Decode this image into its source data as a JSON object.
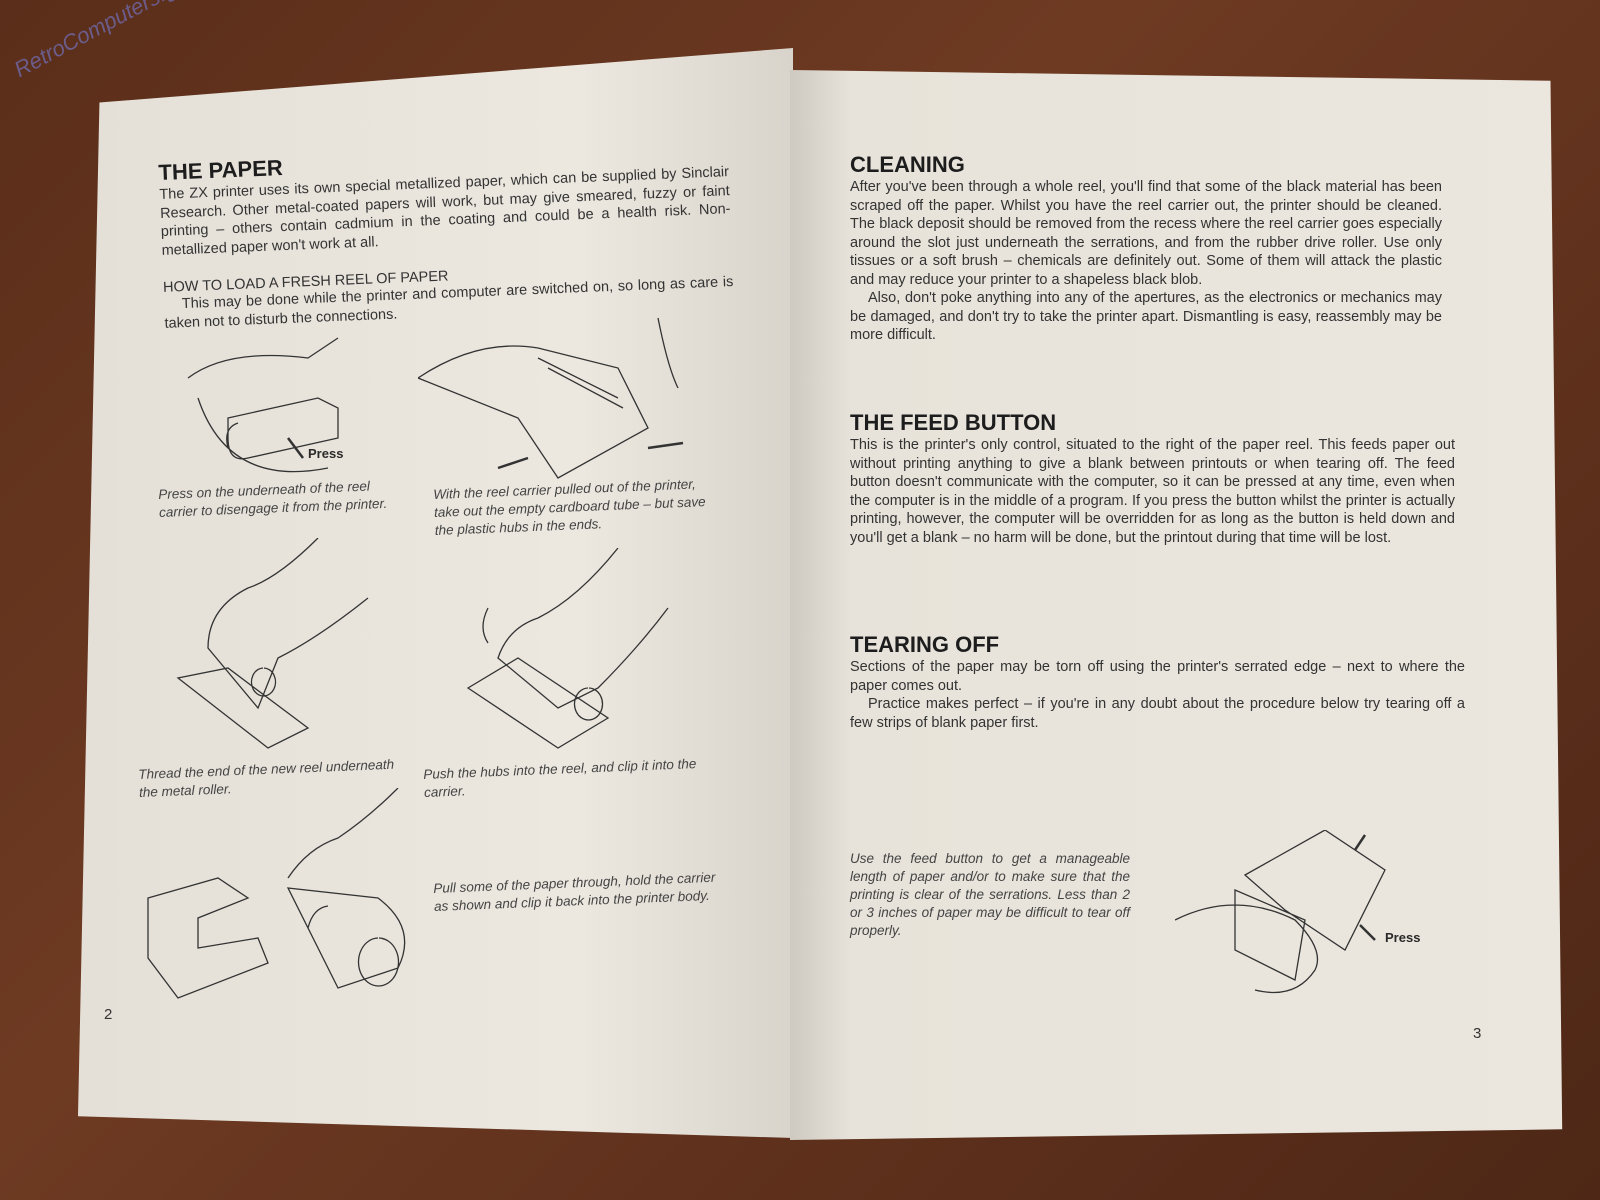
{
  "watermark": "RetroComputers.gr",
  "left_page": {
    "heading": "THE PAPER",
    "intro": "The ZX printer uses its own special metallized paper, which can be supplied by Sinclair Research. Other metal-coated papers will work, but may give smeared, fuzzy or faint printing – others contain cadmium in the coating and could be a health risk. Non-metallized paper won't work at all.",
    "subheading": "HOW TO LOAD A FRESH REEL OF PAPER",
    "sub_text": "This may be done while the printer and computer are switched on, so long as care is taken not to disturb the connections.",
    "press_label": "Press",
    "captions": [
      "Press on the underneath of the reel carrier to disengage it from the printer.",
      "With the reel carrier pulled out of the printer, take out the empty cardboard tube – but save the plastic hubs in the ends.",
      "Thread the end of the new reel underneath the metal roller.",
      "Push the hubs into the reel, and clip it into the carrier.",
      "Pull some of the paper through, hold the carrier as shown and clip it back into the printer body."
    ],
    "page_number": "2"
  },
  "right_page": {
    "cleaning": {
      "heading": "CLEANING",
      "p1": "After you've been through a whole reel, you'll find that some of the black material has been scraped off the paper. Whilst you have the reel carrier out, the printer should be cleaned. The black deposit should be removed from the recess where the reel carrier goes especially around the slot just underneath the serrations, and from the rubber drive roller. Use only tissues or a soft brush – chemicals are definitely out. Some of them will attack the plastic and may reduce your printer to a shapeless black blob.",
      "p2": "Also, don't poke anything into any of the apertures, as the electronics or mechanics may be damaged, and don't try to take the printer apart. Dismantling is easy, reassembly may be more difficult."
    },
    "feed": {
      "heading": "THE FEED BUTTON",
      "p1": "This is the printer's only control, situated to the right of the paper reel. This feeds paper out without printing anything to give a blank between printouts or when tearing off. The feed button doesn't communicate with the computer, so it can be pressed at any time, even when the computer is in the middle of a program. If you press the button whilst the printer is actually printing, however, the computer will be overridden for as long as the button is held down and you'll get a blank – no harm will be done, but the printout during that time will be lost."
    },
    "tearing": {
      "heading": "TEARING OFF",
      "p1": "Sections of the paper may be torn off using the printer's serrated edge – next to where the paper comes out.",
      "p2": "Practice makes perfect – if you're in any doubt about the procedure below try tearing off a few strips of blank paper first."
    },
    "caption": "Use the feed button to get a manageable length of paper and/or to make sure that the printing is clear of the serrations. Less than 2 or 3 inches of paper may be difficult to tear off properly.",
    "press_label": "Press",
    "page_number": "3"
  }
}
